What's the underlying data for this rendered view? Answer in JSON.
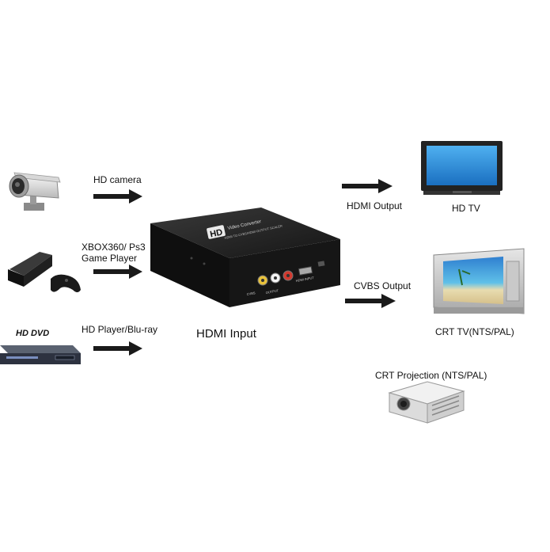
{
  "inputs": {
    "hd_camera": "HD camera",
    "game_player_line1": "XBOX360/ Ps3",
    "game_player_line2": "Game Player",
    "hd_player": "HD Player/Blu-ray",
    "dvd_logo": "HD DVD"
  },
  "center": {
    "hdmi_input": "HDMI Input",
    "device_badge": "HD",
    "device_title": "Video Converter",
    "device_subtitle": "HDMI TO CVBS/HDMI OUTPUT SCALER",
    "port_cvbs": "CVBS",
    "port_output": "OUTPUT",
    "port_hdmi": "HDMI INPUT"
  },
  "outputs": {
    "hdmi_output": "HDMI Output",
    "hd_tv": "HD TV",
    "cvbs_output": "CVBS Output",
    "crt_tv": "CRT TV(NTS/PAL)",
    "crt_projection": "CRT Projection (NTS/PAL)"
  },
  "colors": {
    "arrow": "#1a1a1a",
    "device_body": "#1b1b1b",
    "screen_blue": "#2f8fd8"
  }
}
